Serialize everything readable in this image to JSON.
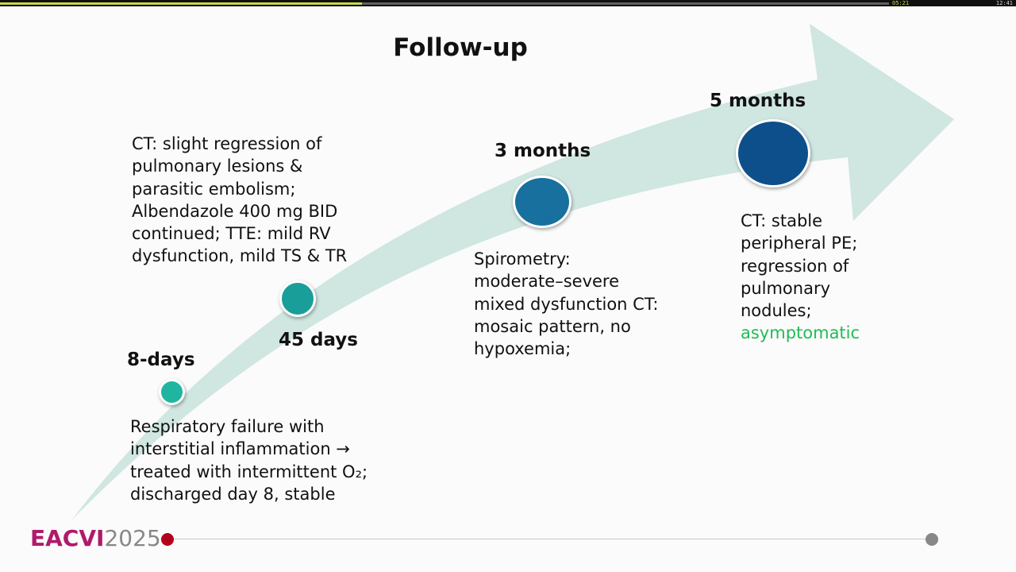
{
  "player": {
    "progress": 0.356,
    "elapsed": "05:21",
    "clock": "12:41"
  },
  "slide": {
    "title": "Follow-up",
    "milestones": [
      {
        "label": "8-days",
        "lines": [
          "Respiratory failure with",
          "interstitial inflammation →",
          "treated with intermittent O₂;",
          "discharged day 8, stable"
        ]
      },
      {
        "label": "45 days",
        "lines": [
          "CT: slight regression of",
          "pulmonary lesions &",
          "parasitic embolism;",
          "Albendazole 400 mg BID",
          "continued; TTE: mild RV",
          "dysfunction, mild TS & TR"
        ]
      },
      {
        "label": "3 months",
        "lines": [
          "Spirometry:",
          "moderate–severe",
          "mixed dysfunction CT:",
          "mosaic pattern, no",
          "hypoxemia;"
        ]
      },
      {
        "label": "5 months",
        "lines": [
          "CT: stable",
          "peripheral PE;",
          "regression of",
          "pulmonary",
          "nodules;"
        ],
        "highlight": "asymptomatic"
      }
    ]
  },
  "footer": {
    "brand": "EACVI",
    "year": "2025"
  },
  "colors": {
    "arrow": "#cfe6e1",
    "dot_8days": "#1fb5a0",
    "dot_45days": "#1a9e9a",
    "dot_3months": "#17709e",
    "dot_5months": "#0d4f8a",
    "highlight": "#22bb55",
    "brand": "#b01a6a",
    "footer_start": "#b3001b",
    "footer_end": "#888888"
  }
}
